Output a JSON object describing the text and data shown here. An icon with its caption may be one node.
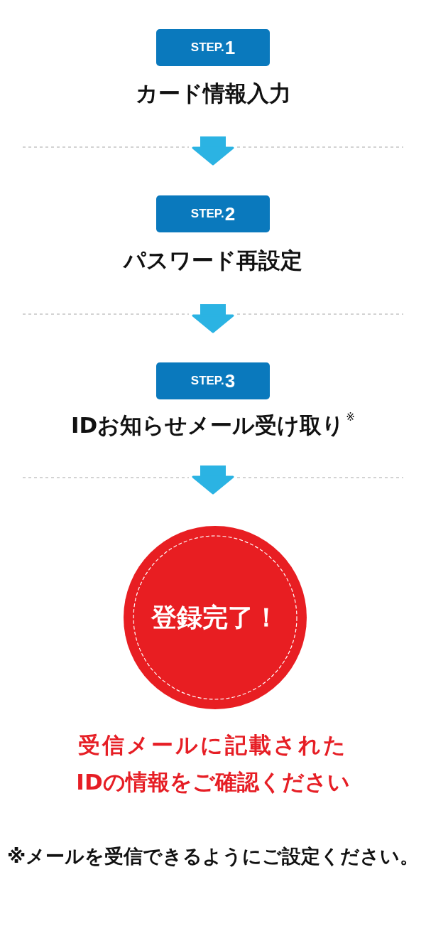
{
  "diagram": {
    "nodes": [
      {
        "text": [
          "STEP.1",
          "カード情報入力"
        ]
      },
      {
        "text": [
          "STEP.2",
          "パスワード再設定"
        ]
      },
      {
        "text": [
          "STEP.3",
          "IDお知らせメール受け取り$^{※}$"
        ]
      },
      {
        "text": [
          "登録完了！"
        ]
      }
    ],
    "edges": [
      {
        "from": 0,
        "to": 1,
        "arrow": "to"
      },
      {
        "from": 1,
        "to": 2,
        "arrow": "to"
      },
      {
        "from": 2,
        "to": 3,
        "arrow": "to"
      }
    ],
    "labels": [
      "受信メールに記載されたIDの情報をご確認ください",
      "※メールを受信できるようにご設定ください。"
    ]
  }
}
